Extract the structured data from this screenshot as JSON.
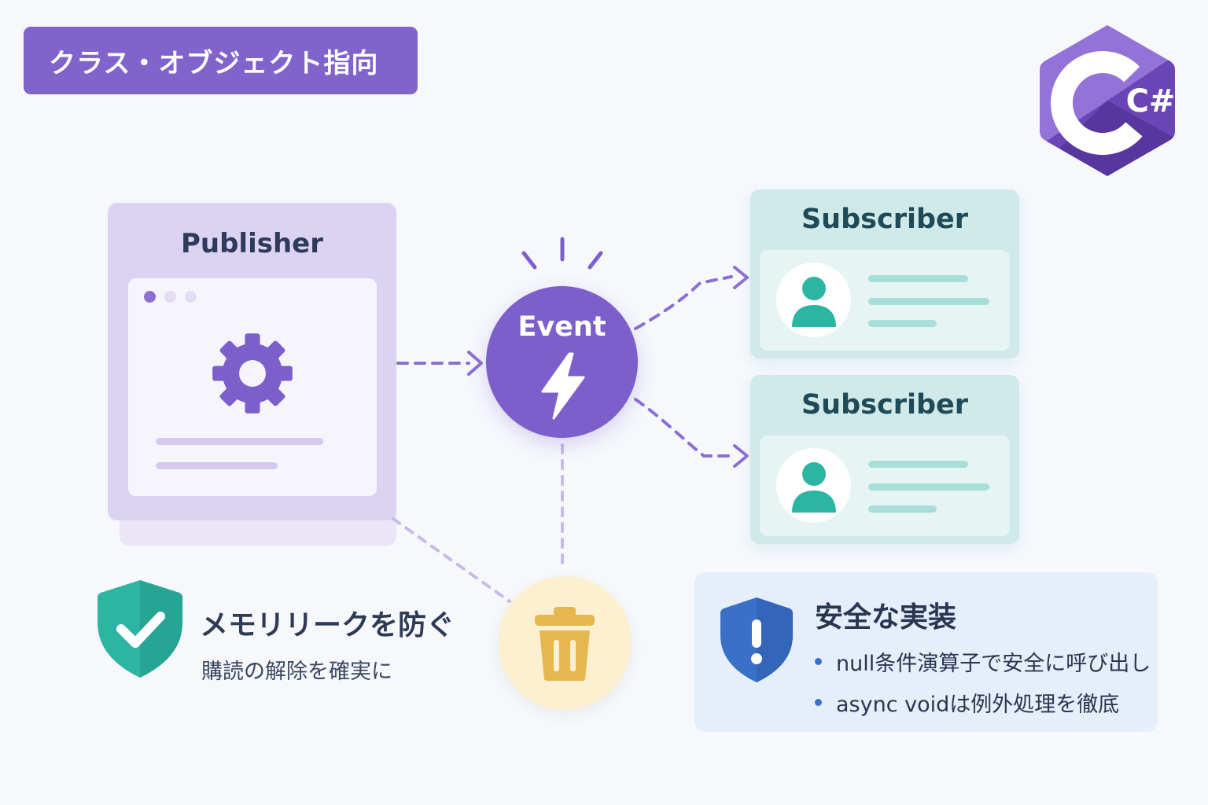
{
  "header": {
    "title": "クラス・オブジェクト指向"
  },
  "logo": {
    "icon": "csharp-logo-icon",
    "text": "C#"
  },
  "publisher": {
    "title": "Publisher",
    "icon": "gear-icon"
  },
  "event": {
    "label": "Event",
    "icon": "lightning-icon"
  },
  "subscribers": [
    {
      "title": "Subscriber",
      "icon": "user-icon"
    },
    {
      "title": "Subscriber",
      "icon": "user-icon"
    }
  ],
  "trash": {
    "icon": "trash-icon"
  },
  "memory_leak": {
    "icon": "shield-check-icon",
    "heading": "メモリリークを防ぐ",
    "subtext": "購読の解除を確実に"
  },
  "safe_impl": {
    "icon": "shield-alert-icon",
    "heading": "安全な実装",
    "items": [
      "null条件演算子で安全に呼び出し",
      "async voidは例外処理を徹底"
    ]
  },
  "colors": {
    "primary_purple": "#7d5fcc",
    "publisher_bg": "#dcd2f1",
    "subscriber_bg": "#cfeae8",
    "teal_accent": "#2db5a3",
    "trash_yellow": "#e5b74e",
    "alert_blue": "#3a70c8"
  }
}
